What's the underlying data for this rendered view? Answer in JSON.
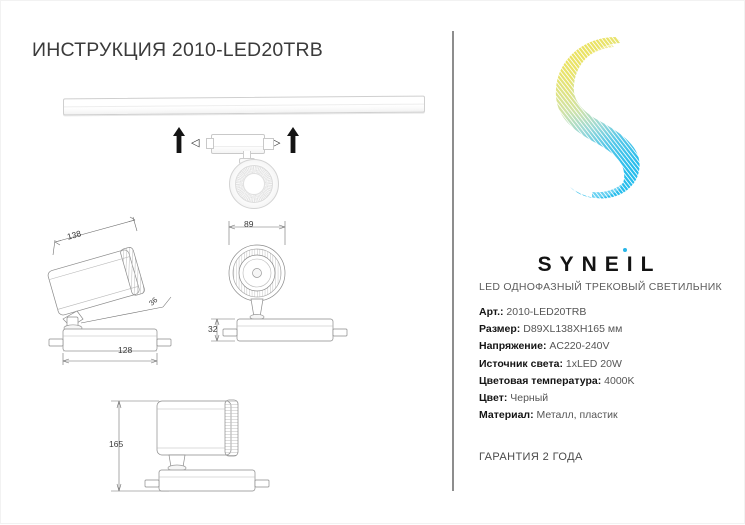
{
  "document": {
    "title": "ИНСТРУКЦИЯ 2010-LED20TRB"
  },
  "brand": {
    "wordmark": "SYNEIL",
    "logo_icon": "syneil-s-swoosh-logo",
    "accent_color": "#29b6e8",
    "gradient_from": "#f0e24a",
    "gradient_to": "#2bc0ea"
  },
  "product": {
    "subtitle": "LED ОДНОФАЗНЫЙ ТРЕКОВЫЙ СВЕТИЛЬНИК",
    "specs": [
      {
        "label": "Арт.:",
        "value": "2010-LED20TRB"
      },
      {
        "label": "Размер:",
        "value": "D89XL138XH165 мм"
      },
      {
        "label": "Напряжение:",
        "value": "AC220-240V"
      },
      {
        "label": "Источник света:",
        "value": "1xLED 20W"
      },
      {
        "label": "Цветовая температура:",
        "value": "4000K"
      },
      {
        "label": "Цвет:",
        "value": "Черный"
      },
      {
        "label": "Материал:",
        "value": "Металл, пластик"
      }
    ],
    "warranty": "ГАРАНТИЯ 2 ГОДА"
  },
  "drawings": {
    "mounting": {
      "name": "track-mounting-diagram",
      "arrow_left": "up-arrow-icon",
      "arrow_right": "up-arrow-icon",
      "clip_left": "◁",
      "clip_right": "▷"
    },
    "side_view": {
      "name": "side-view-angled",
      "dim_length": "138",
      "dim_base": "128",
      "dim_angle": "36"
    },
    "top_view": {
      "name": "top-view-plan",
      "dim_diameter": "89",
      "dim_height": "32"
    },
    "front_view": {
      "name": "front-elevation-view",
      "dim_height": "165"
    }
  }
}
